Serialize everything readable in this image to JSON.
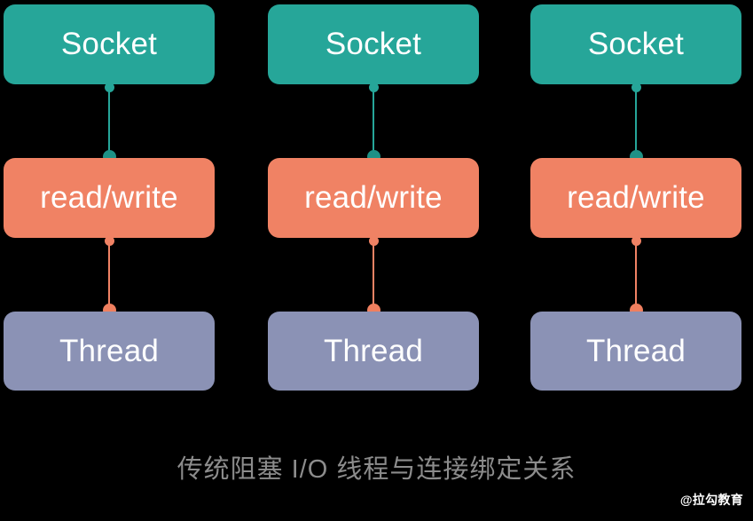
{
  "diagram": {
    "title": "传统阻塞 I/O 线程与连接绑定关系",
    "watermark": "@拉勾教育",
    "background_color": "#000000",
    "caption_color": "#8c8c8c",
    "columns": [
      {
        "id": "connection-1",
        "nodes": [
          {
            "label": "Socket",
            "role": "socket",
            "color": "#26a699"
          },
          {
            "label": "read/write",
            "role": "read-write",
            "color": "#f08264"
          },
          {
            "label": "Thread",
            "role": "thread",
            "color": "#8b92b5"
          }
        ],
        "connectors": [
          {
            "from": "Socket",
            "to": "read/write",
            "color": "#26a699"
          },
          {
            "from": "read/write",
            "to": "Thread",
            "color": "#f08264"
          }
        ]
      },
      {
        "id": "connection-2",
        "nodes": [
          {
            "label": "Socket",
            "role": "socket",
            "color": "#26a699"
          },
          {
            "label": "read/write",
            "role": "read-write",
            "color": "#f08264"
          },
          {
            "label": "Thread",
            "role": "thread",
            "color": "#8b92b5"
          }
        ],
        "connectors": [
          {
            "from": "Socket",
            "to": "read/write",
            "color": "#26a699"
          },
          {
            "from": "read/write",
            "to": "Thread",
            "color": "#f08264"
          }
        ]
      },
      {
        "id": "connection-3",
        "nodes": [
          {
            "label": "Socket",
            "role": "socket",
            "color": "#26a699"
          },
          {
            "label": "read/write",
            "role": "read-write",
            "color": "#f08264"
          },
          {
            "label": "Thread",
            "role": "thread",
            "color": "#8b92b5"
          }
        ],
        "connectors": [
          {
            "from": "Socket",
            "to": "read/write",
            "color": "#26a699"
          },
          {
            "from": "read/write",
            "to": "Thread",
            "color": "#f08264"
          }
        ]
      }
    ]
  }
}
